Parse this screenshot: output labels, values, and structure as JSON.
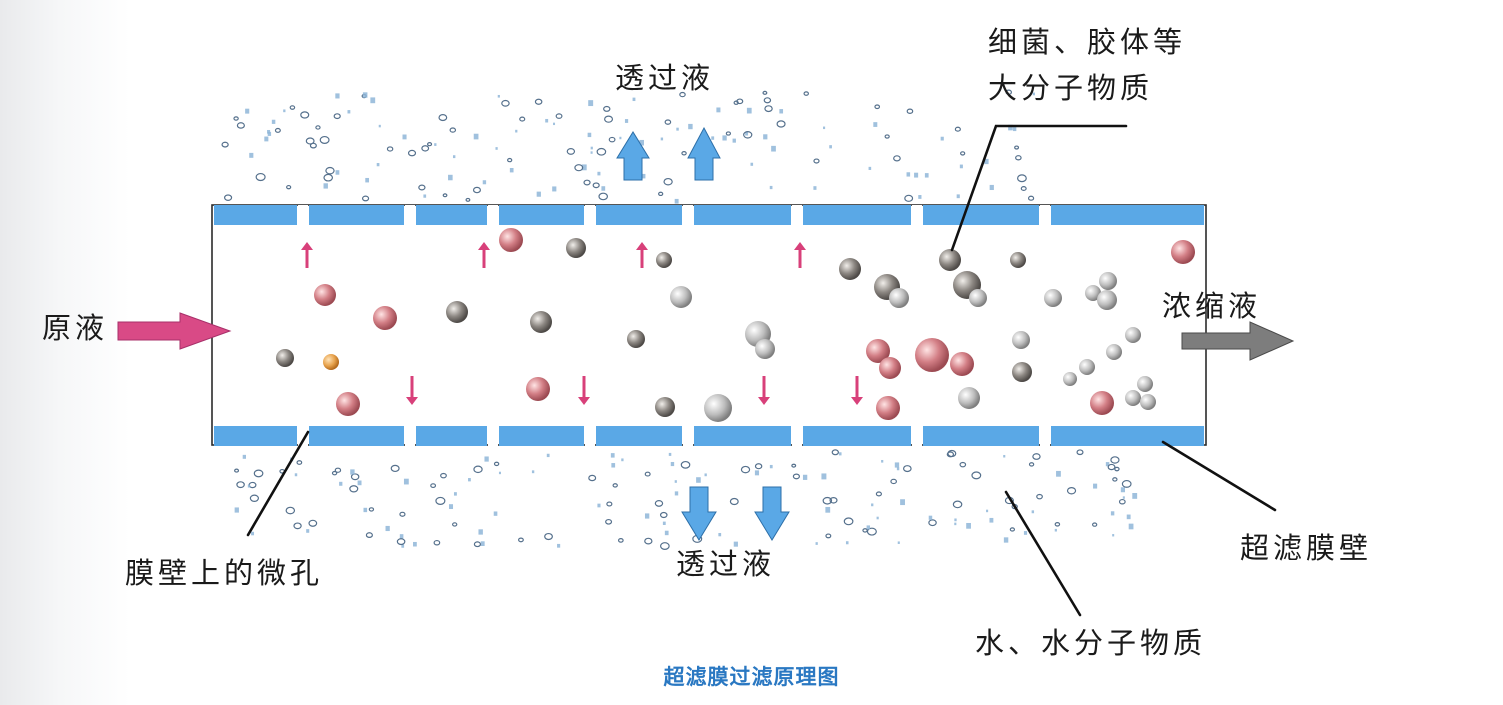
{
  "labels": {
    "feed": "原液",
    "permeate_top": "透过液",
    "permeate_bottom": "透过液",
    "bacteria_line1": "细菌、胶体等",
    "bacteria_line2": "大分子物质",
    "concentrate": "浓缩液",
    "membrane_pores": "膜壁上的微孔",
    "membrane_wall": "超滤膜壁",
    "water": "水、水分子物质"
  },
  "caption": "超滤膜过滤原理图",
  "colors": {
    "membrane": "#5aa8e6",
    "tube_border": "#2b2b2b",
    "feed_arrow": "#d94a86",
    "inner_arrow": "#d8407a",
    "permeate_arrow": "#5aa8e6",
    "concentrate_arrow": "#7d7d7d",
    "pink_particle": "#c96a72",
    "gray_particle": "#7a7672",
    "light_gray_particle": "#a9a9a9",
    "orange_particle": "#e39a3e",
    "dot": "#8fb6d8",
    "caption": "#2a78c2"
  }
}
